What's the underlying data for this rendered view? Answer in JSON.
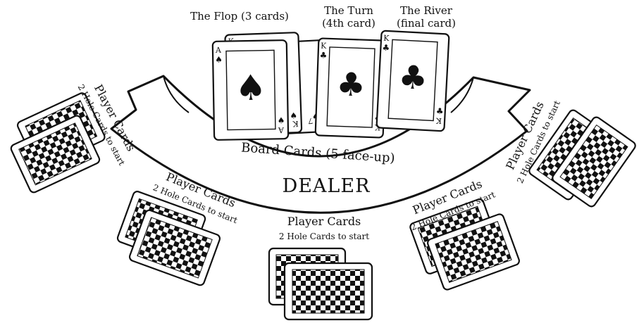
{
  "labels": {
    "flop": "The Flop (3 cards)",
    "turn_line1": "The Turn",
    "turn_line2": "(4th card)",
    "river_line1": "The River",
    "river_line2": "(final card)",
    "board": "Board Cards (5 face-up)",
    "dealer": "DEALER",
    "player_title": "Player Cards",
    "player_sub": "2 Hole Cards to start"
  },
  "board_cards": [
    {
      "rank": "A",
      "suit": "♠",
      "suit_name": "spade"
    },
    {
      "rank": "K",
      "suit": "♠",
      "suit_name": "spade"
    },
    {
      "rank": "7",
      "suit": "♠",
      "suit_name": "spade"
    },
    {
      "rank": "K",
      "suit": "♣",
      "suit_name": "club"
    },
    {
      "rank": "K",
      "suit": "♣",
      "suit_name": "club"
    }
  ],
  "colors": {
    "ink": "#111111",
    "card": "#ffffff"
  }
}
